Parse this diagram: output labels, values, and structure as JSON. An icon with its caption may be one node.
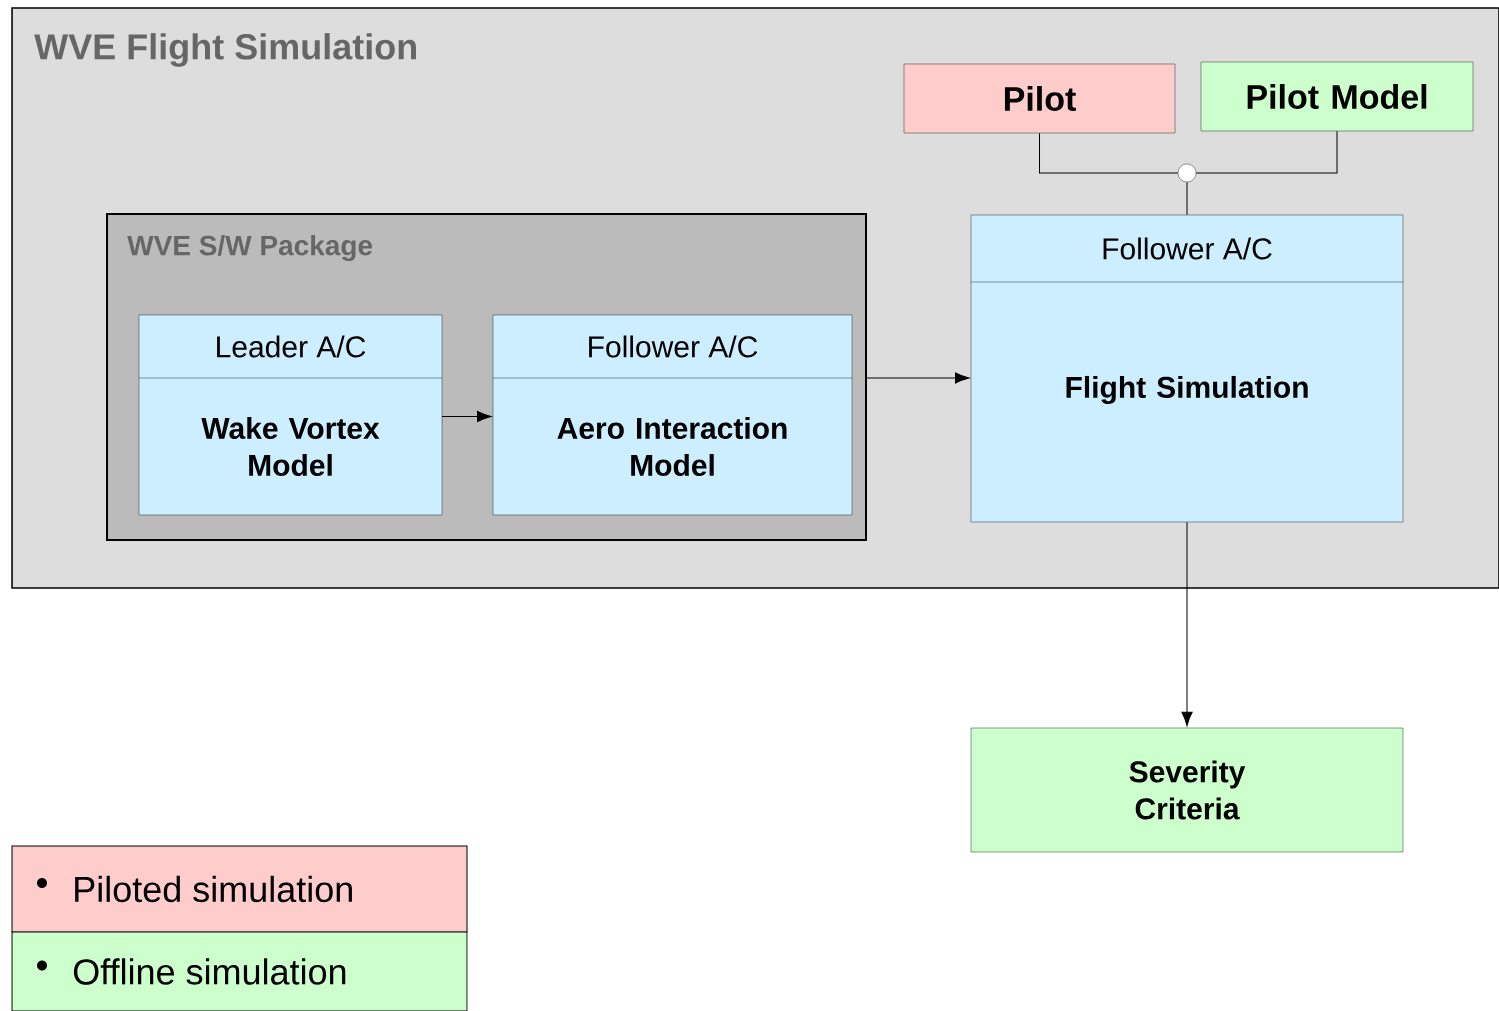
{
  "diagram": {
    "nodes": [
      {
        "text": [
          "WVE Flight Simulation"
        ]
      },
      {
        "text": [
          "Pilot"
        ],
        "in": 0
      },
      {
        "text": [
          "Pilot Model"
        ],
        "in": 0
      },
      {
        "text": [],
        "shape": "circle",
        "in": 0
      },
      {
        "text": [
          "WVE S/W Package"
        ],
        "in": 0
      },
      {
        "text": [
          "Leader A/C",
          "Wake Vortex Model"
        ],
        "in": 4
      },
      {
        "text": [
          "Follower A/C",
          "Aero Interaction Model"
        ],
        "in": 4
      },
      {
        "text": [
          "Follower A/C",
          "Flight Simulation"
        ],
        "in": 0
      },
      {
        "text": [
          "Severity Criteria"
        ]
      }
    ],
    "edges": [
      {
        "from": 1,
        "to": 3,
        "arrow": "none"
      },
      {
        "from": 2,
        "to": 3,
        "arrow": "none"
      },
      {
        "from": 3,
        "to": 7,
        "arrow": "none"
      },
      {
        "from": 5,
        "to": 6,
        "arrow": "to"
      },
      {
        "from": 4,
        "to": 7,
        "arrow": "to"
      },
      {
        "from": 7,
        "to": 8,
        "arrow": "to"
      }
    ],
    "legend": [
      {
        "text": "Piloted simulation",
        "color": "#ffcccc"
      },
      {
        "text": "Offline simulation",
        "color": "#ccffcc"
      }
    ]
  }
}
